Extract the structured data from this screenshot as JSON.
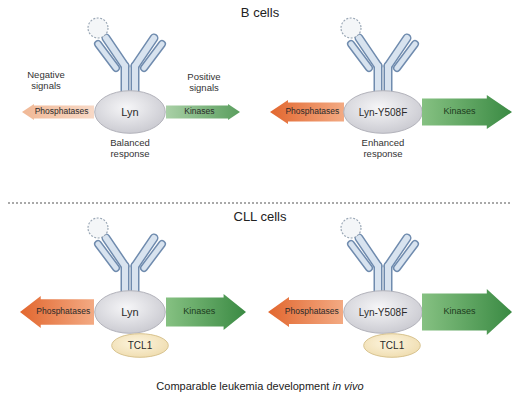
{
  "diagram": {
    "nodes": [
      {
        "text": [
          "Phosphatases"
        ]
      },
      {
        "text": [
          "Lyn"
        ]
      },
      {
        "text": [
          "Kinases"
        ]
      },
      {
        "text": [
          "Phosphatases"
        ]
      },
      {
        "text": [
          "Lyn-Y508F"
        ]
      },
      {
        "text": [
          "Kinases"
        ]
      },
      {
        "text": [
          "Phosphatases"
        ]
      },
      {
        "text": [
          "Lyn"
        ]
      },
      {
        "text": [
          "Kinases"
        ]
      },
      {
        "text": [
          "TCL1"
        ]
      },
      {
        "text": [
          "Phosphatases"
        ]
      },
      {
        "text": [
          "Lyn-Y508F"
        ]
      },
      {
        "text": [
          "Kinases"
        ]
      },
      {
        "text": [
          "TCL1"
        ]
      }
    ],
    "labels": [
      "B cells",
      "Negative signals",
      "Positive signals",
      "Balanced response",
      "Enhanced response",
      "CLL cells",
      "Comparable leukemia development",
      "in vivo"
    ]
  }
}
